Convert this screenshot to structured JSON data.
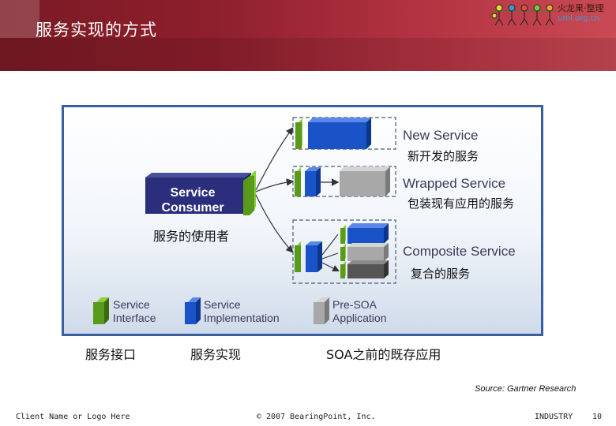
{
  "header": {
    "title": "服务实现的方式",
    "logo_title": "火龙果·整理",
    "logo_url": "uml.org.cn"
  },
  "diagram": {
    "consumer_label_line1": "Service",
    "consumer_label_line2": "Consumer",
    "services": {
      "new": {
        "label": "New Service",
        "caption": "新开发的服务"
      },
      "wrapped": {
        "label": "Wrapped Service",
        "caption": "包装现有应用的服务"
      },
      "composite": {
        "label": "Composite Service",
        "caption": "复合的服务"
      }
    },
    "legend": {
      "interface": {
        "line1": "Service",
        "line2": "Interface"
      },
      "implementation": {
        "line1": "Service",
        "line2": "Implementation"
      },
      "presoa": {
        "line1": "Pre-SOA",
        "line2": "Application"
      }
    }
  },
  "captions": {
    "consumer": "服务的使用者",
    "interface": "服务接口",
    "implementation": "服务实现",
    "presoa": "SOA之前的既存应用"
  },
  "source": "Source: Gartner Research",
  "footer": {
    "client": "Client Name or Logo Here",
    "copyright": "© 2007 BearingPoint, Inc.",
    "industry": "INDUSTRY",
    "page": "10"
  },
  "colors": {
    "header": "#8e1f2c",
    "interface_green": "#6aa51e",
    "implementation_blue": "#1a52c8",
    "presoa_gray": "#a0a0a0",
    "consumer_navy": "#2a2e7c"
  }
}
